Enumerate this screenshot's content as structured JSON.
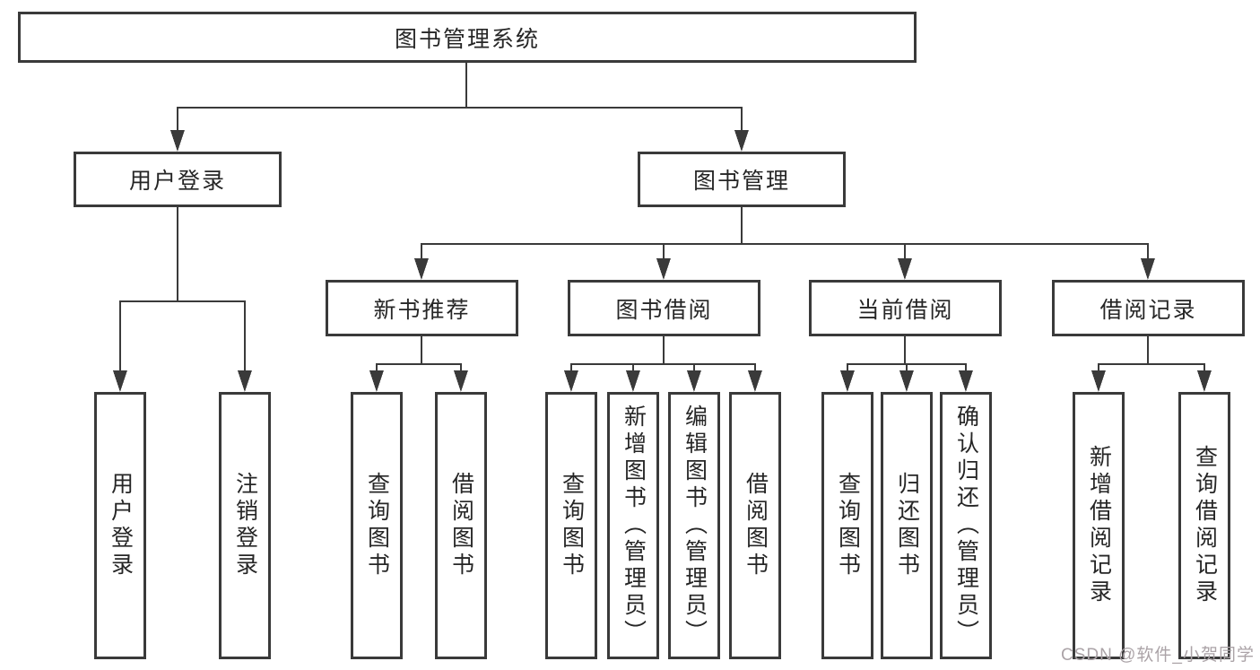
{
  "diagram": {
    "root": {
      "label": "图书管理系统"
    },
    "branches": [
      {
        "label": "用户登录",
        "children": [
          {
            "label": "用户登录"
          },
          {
            "label": "注销登录"
          }
        ]
      },
      {
        "label": "图书管理",
        "children": [
          {
            "label": "新书推荐",
            "children": [
              {
                "label": "查询图书"
              },
              {
                "label": "借阅图书"
              }
            ]
          },
          {
            "label": "图书借阅",
            "children": [
              {
                "label": "查询图书"
              },
              {
                "label": "新增图书（管理员）"
              },
              {
                "label": "编辑图书（管理员）"
              },
              {
                "label": "借阅图书"
              }
            ]
          },
          {
            "label": "当前借阅",
            "children": [
              {
                "label": "查询图书"
              },
              {
                "label": "归还图书"
              },
              {
                "label": "确认归还（管理员）"
              }
            ]
          },
          {
            "label": "借阅记录",
            "children": [
              {
                "label": "新增借阅记录"
              },
              {
                "label": "查询借阅记录"
              }
            ]
          }
        ]
      }
    ]
  },
  "watermark": {
    "text": "CSDN @软件_小贺同学"
  },
  "colors": {
    "line": "#3a3a3a",
    "text": "#262626",
    "background": "#ffffff",
    "watermark": "#aba3a7"
  }
}
